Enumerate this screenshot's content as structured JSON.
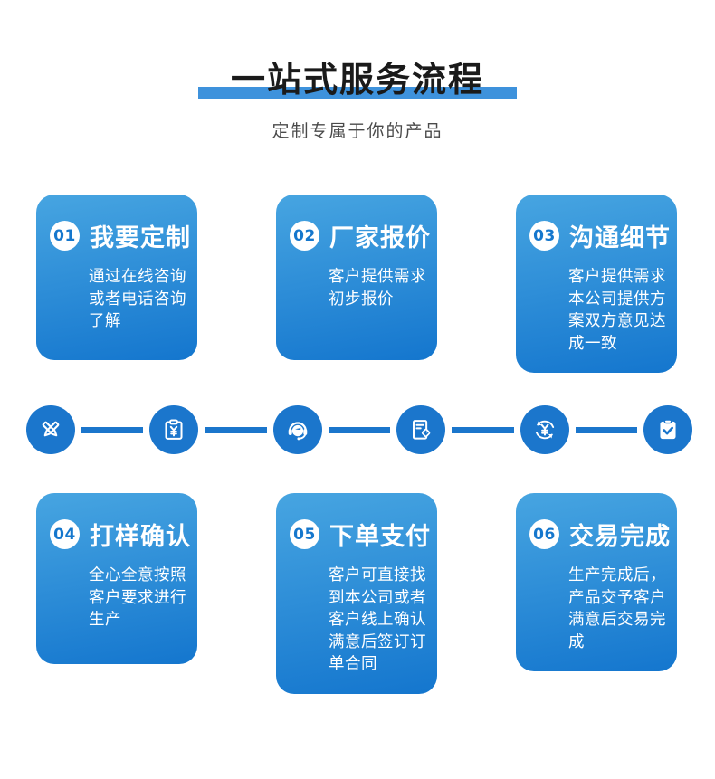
{
  "header": {
    "title": "一站式服务流程",
    "subtitle": "定制专属于你的产品"
  },
  "colors": {
    "accent_blue": "#3E92DC",
    "icon_blue": "#1B76CC",
    "card_top": "#47A5E1",
    "card_bottom": "#1476CE",
    "badge_text": "#1577CD",
    "title_text": "#1A1A1A",
    "subtitle_text": "#4A4A4A"
  },
  "steps": [
    {
      "number": "01",
      "title": "我要定制",
      "description": "通过在线咨询或者电话咨询了解"
    },
    {
      "number": "02",
      "title": "厂家报价",
      "description": "客户提供需求初步报价"
    },
    {
      "number": "03",
      "title": "沟通细节",
      "description": "客户提供需求本公司提供方案双方意见达成一致"
    },
    {
      "number": "04",
      "title": "打样确认",
      "description": "全心全意按照客户要求进行生产"
    },
    {
      "number": "05",
      "title": "下单支付",
      "description": "客户可直接找到本公司或者客户线上确认满意后签订订单合同"
    },
    {
      "number": "06",
      "title": "交易完成",
      "description": "生产完成后，产品交予客户满意后交易完成"
    }
  ],
  "flow_icons": [
    {
      "name": "design-pens-icon"
    },
    {
      "name": "quote-clipboard-yen-icon"
    },
    {
      "name": "customer-service-headset-icon"
    },
    {
      "name": "order-document-tag-icon"
    },
    {
      "name": "payment-yen-cycle-icon"
    },
    {
      "name": "deal-complete-clipboard-check-icon"
    }
  ]
}
